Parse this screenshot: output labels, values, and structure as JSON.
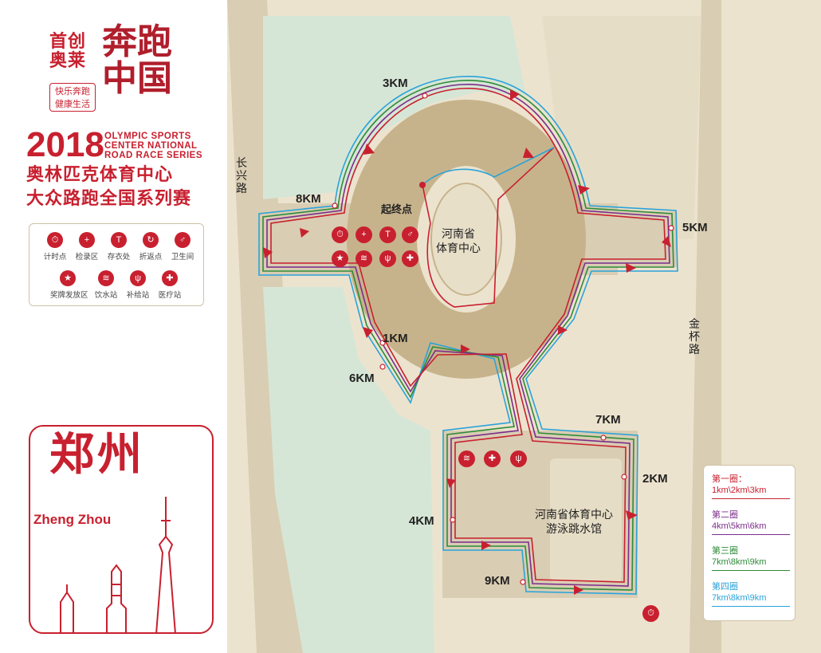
{
  "brand": {
    "name_cn_1": "首创",
    "name_cn_2": "奥莱",
    "slogan_script": "奔跑中国",
    "seal_line1": "快乐奔跑",
    "seal_line2": "健康生活"
  },
  "event": {
    "year": "2018",
    "title_en": "OLYMPIC SPORTS CENTER NATIONAL ROAD RACE SERIES",
    "title_cn_line1": "奥林匹克体育中心",
    "title_cn_line2": "大众路跑全国系列赛"
  },
  "legend": {
    "items": [
      {
        "icon": "stopwatch-icon",
        "glyph": "⏱",
        "label": "计时点"
      },
      {
        "icon": "checkin-icon",
        "glyph": "+",
        "label": "检录区"
      },
      {
        "icon": "tshirt-icon",
        "glyph": "T",
        "label": "存衣处"
      },
      {
        "icon": "turnaround-icon",
        "glyph": "↻",
        "label": "折返点"
      },
      {
        "icon": "restroom-icon",
        "glyph": "♂",
        "label": "卫生间"
      },
      {
        "icon": "medal-icon",
        "glyph": "★",
        "label": "奖牌发放区"
      },
      {
        "icon": "water-icon",
        "glyph": "≋",
        "label": "饮水站"
      },
      {
        "icon": "supply-icon",
        "glyph": "ψ",
        "label": "补给站"
      },
      {
        "icon": "medical-icon",
        "glyph": "✚",
        "label": "医疗站"
      }
    ]
  },
  "city": {
    "name_cn": "郑州",
    "name_en": "Zheng Zhou"
  },
  "map": {
    "roads": {
      "west": "长兴路",
      "east": "金杯路"
    },
    "venues": {
      "stadium_line1": "河南省",
      "stadium_line2": "体育中心",
      "pool_line1": "河南省体育中心",
      "pool_line2": "游泳跳水馆"
    },
    "start_finish": "起终点",
    "km_markers": [
      "1KM",
      "2KM",
      "3KM",
      "4KM",
      "5KM",
      "6KM",
      "7KM",
      "8KM",
      "9KM"
    ]
  },
  "loops": [
    {
      "title": "第一圈：",
      "kms": "1km\\2km\\3km",
      "color": "#c8202f"
    },
    {
      "title": "第二圈",
      "kms": "4km\\5km\\6km",
      "color": "#7b2d8b"
    },
    {
      "title": "第三圈",
      "kms": "7km\\8km\\9km",
      "color": "#2e8b3a"
    },
    {
      "title": "第四圈",
      "kms": "7km\\8km\\9km",
      "color": "#29a3d9"
    }
  ],
  "colors": {
    "brand_red": "#c8202f",
    "map_ground": "#ece3cf",
    "road_tan": "#d9cdb3",
    "venue_tan": "#c7b38b",
    "park_green": "#d6e6d6"
  }
}
